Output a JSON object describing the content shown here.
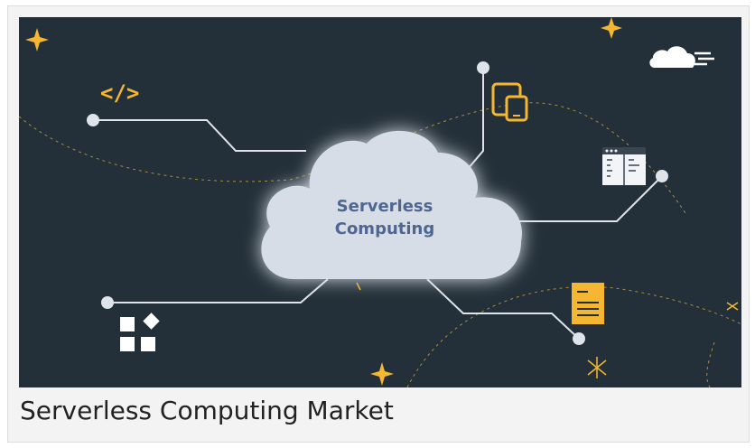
{
  "caption": "Serverless Computing Market",
  "hero": {
    "cloud_text_line1": "Serverless",
    "cloud_text_line2": "Computing",
    "code_icon_text": "</>"
  },
  "colors": {
    "background": "#243039",
    "accent": "#f5b731",
    "line": "#dfe4ea",
    "cloud": "#d6dde6",
    "cloud_text": "#4f6690"
  }
}
